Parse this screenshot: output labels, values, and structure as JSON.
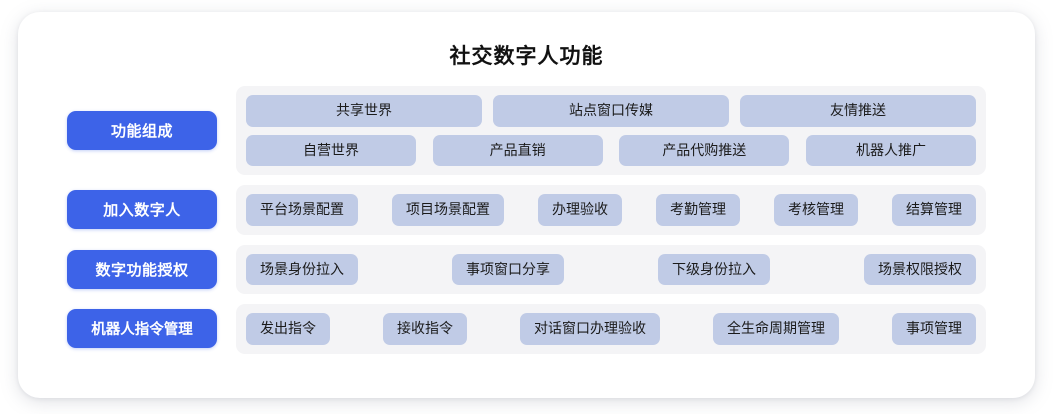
{
  "header": {
    "title": "社交数字人功能"
  },
  "theme": {
    "accent": "#3d63e8",
    "chip_bg": "#c0cbe6",
    "band_bg": "#f4f4f6",
    "card_bg": "#ffffff",
    "text": "#1b1b1b"
  },
  "rows": [
    {
      "label": "功能组成",
      "lines": [
        [
          "共享世界",
          "站点窗口传媒",
          "友情推送"
        ],
        [
          "自营世界",
          "产品直销",
          "产品代购推送",
          "机器人推广"
        ]
      ]
    },
    {
      "label": "加入数字人",
      "lines": [
        [
          "平台场景配置",
          "项目场景配置",
          "办理验收",
          "考勤管理",
          "考核管理",
          "结算管理"
        ]
      ]
    },
    {
      "label": "数字功能授权",
      "lines": [
        [
          "场景身份拉入",
          "事项窗口分享",
          "下级身份拉入",
          "场景权限授权"
        ]
      ]
    },
    {
      "label": "机器人指令管理",
      "lines": [
        [
          "发出指令",
          "接收指令",
          "对话窗口办理验收",
          "全生命周期管理",
          "事项管理"
        ]
      ]
    }
  ]
}
